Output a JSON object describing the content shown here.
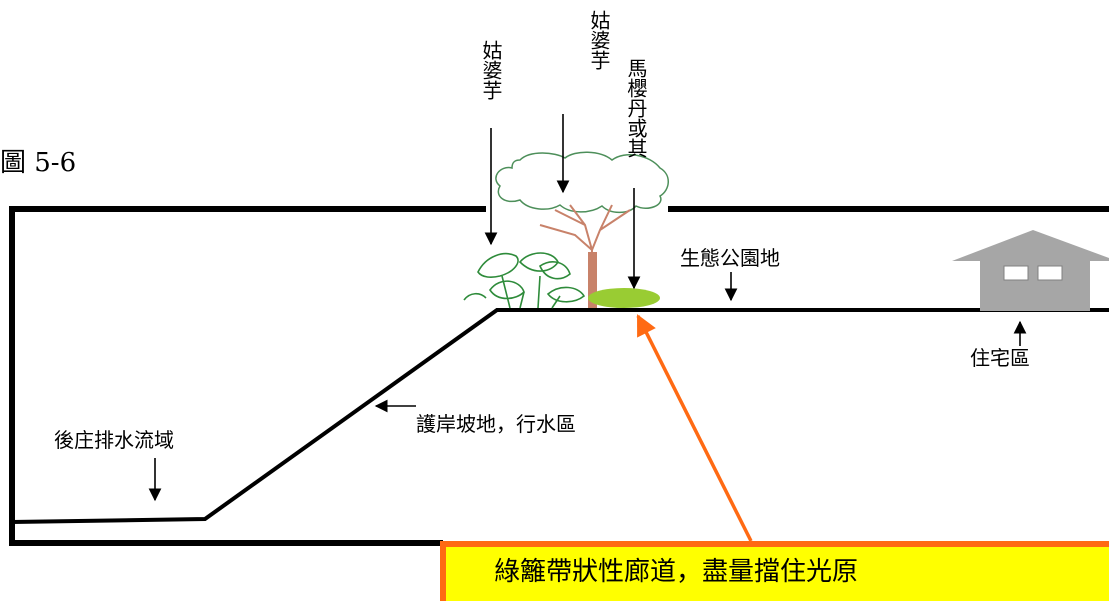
{
  "figure_number": "圖 5-6",
  "labels": {
    "taro_left": "姑婆芋",
    "taro_top": "姑婆芋",
    "lantana": "馬櫻丹或其",
    "eco_park": "生態公園地",
    "residential": "住宅區",
    "bank_slope": "護岸坡地，行水區",
    "drainage": "後庄排水流域"
  },
  "banner": {
    "text": "綠籬帶狀性廊道，盡量擋住光原"
  },
  "colors": {
    "outline": "#000000",
    "house": "#a6a6a6",
    "shrub": "#99cc33",
    "trunk": "#c8826a",
    "foliage_outline": "#4d8f5a",
    "banner_fill": "#ffff00",
    "banner_border": "#ff6a13",
    "arrow_orange": "#ff6a13"
  },
  "icons": [
    "taro-plant-icon",
    "tree-icon",
    "shrub-icon",
    "house-icon"
  ]
}
